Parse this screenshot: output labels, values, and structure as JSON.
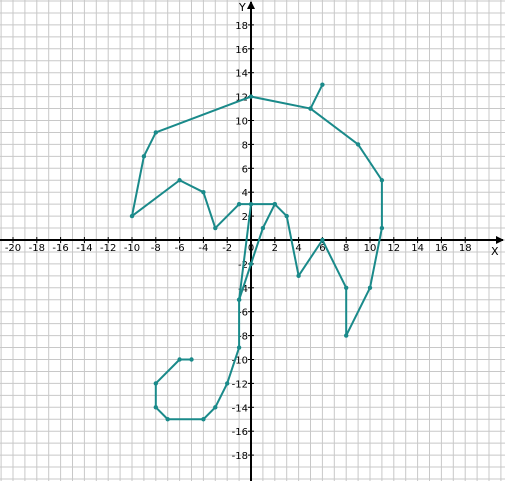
{
  "chart_data": {
    "type": "line",
    "xlabel": "X",
    "ylabel": "Y",
    "xlim": [
      -21,
      21
    ],
    "ylim": [
      -20,
      20
    ],
    "grid": true,
    "line_color": "#1a8a8a",
    "x_tick_labels": [
      "-20",
      "-18",
      "-16",
      "-14",
      "-12",
      "-10",
      "-8",
      "-6",
      "-4",
      "-2",
      "0",
      "2",
      "4",
      "6",
      "8",
      "10",
      "12",
      "14",
      "16",
      "18"
    ],
    "y_tick_labels": [
      "18",
      "16",
      "14",
      "12",
      "10",
      "8",
      "6",
      "4",
      "2",
      "-2",
      "-4",
      "-6",
      "-8",
      "-10",
      "-12",
      "-14",
      "-16",
      "-18"
    ],
    "x_tick_values": [
      -20,
      -18,
      -16,
      -14,
      -12,
      -10,
      -8,
      -6,
      -4,
      -2,
      0,
      2,
      4,
      6,
      8,
      10,
      12,
      14,
      16,
      18
    ],
    "y_tick_values": [
      18,
      16,
      14,
      12,
      10,
      8,
      6,
      4,
      2,
      -2,
      -4,
      -6,
      -8,
      -10,
      -12,
      -14,
      -16,
      -18
    ],
    "series": [
      {
        "points": [
          [
            6,
            13
          ],
          [
            5,
            11
          ],
          [
            0,
            12
          ],
          [
            -8,
            9
          ],
          [
            -9,
            7
          ],
          [
            -10,
            2
          ],
          [
            -6,
            5
          ],
          [
            -4,
            4
          ],
          [
            -3,
            1
          ],
          [
            -1,
            3
          ],
          [
            2,
            3
          ],
          [
            3,
            2
          ],
          [
            4,
            -3
          ],
          [
            6,
            0
          ],
          [
            8,
            -4
          ],
          [
            8,
            -8
          ],
          [
            10,
            -4
          ],
          [
            11,
            1
          ],
          [
            11,
            5
          ],
          [
            9,
            8
          ],
          [
            5,
            11
          ]
        ]
      },
      {
        "points": [
          [
            0,
            3
          ],
          [
            -1,
            -5
          ],
          [
            -1,
            -9
          ],
          [
            -2,
            -12
          ],
          [
            -3,
            -14
          ],
          [
            -4,
            -15
          ],
          [
            -7,
            -15
          ],
          [
            -8,
            -14
          ],
          [
            -8,
            -12
          ],
          [
            -6,
            -10
          ],
          [
            -5,
            -10
          ]
        ]
      },
      {
        "points": [
          [
            -1,
            -5
          ],
          [
            0,
            -2
          ],
          [
            1,
            1
          ],
          [
            2,
            3
          ]
        ]
      }
    ]
  }
}
